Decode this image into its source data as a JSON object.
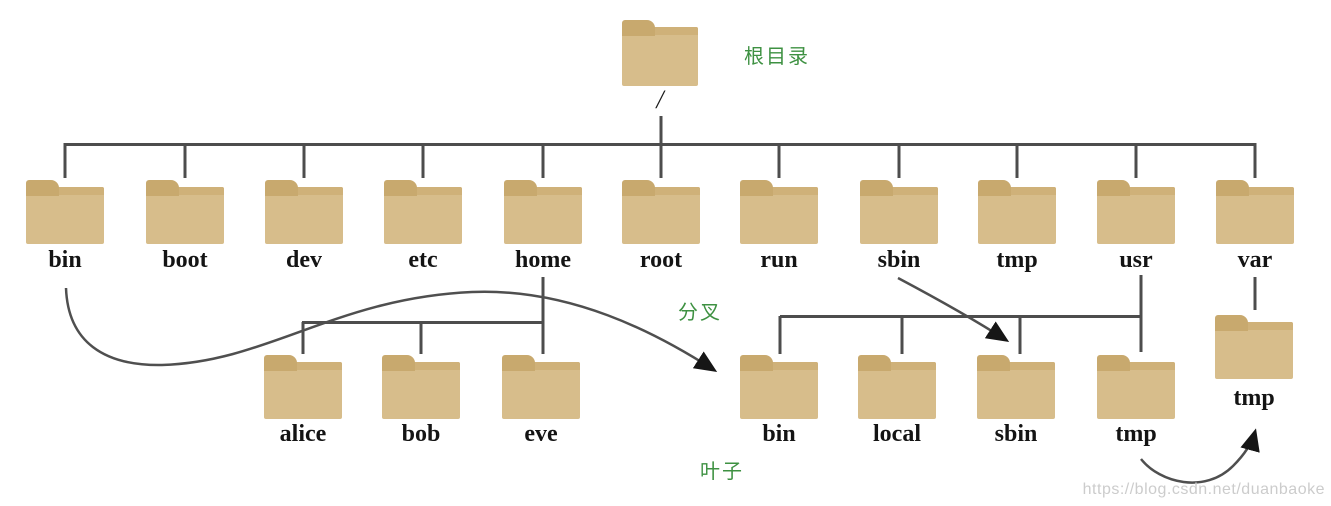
{
  "diagram": {
    "root": {
      "label": "/",
      "annotation": "根目录"
    },
    "level1": [
      "bin",
      "boot",
      "dev",
      "etc",
      "home",
      "root",
      "run",
      "sbin",
      "tmp",
      "usr",
      "var"
    ],
    "home_children": [
      "alice",
      "bob",
      "eve"
    ],
    "usr_children": [
      "bin",
      "local",
      "sbin",
      "tmp"
    ],
    "var_children": [
      "tmp"
    ],
    "annotations": {
      "fork": "分叉",
      "leaf": "叶子"
    },
    "arrows": [
      {
        "from": "/bin",
        "to": "/usr/bin"
      },
      {
        "from": "/sbin",
        "to": "/usr/sbin"
      },
      {
        "from": "/usr/tmp",
        "to": "/var/tmp"
      }
    ],
    "colors": {
      "line": "#4d4d4d",
      "folder_body": "#d7bd8b",
      "folder_band": "#cfb179",
      "folder_tab": "#c8a96e",
      "annotation_green": "#3e9142"
    },
    "watermark": "https://blog.csdn.net/duanbaoke"
  }
}
